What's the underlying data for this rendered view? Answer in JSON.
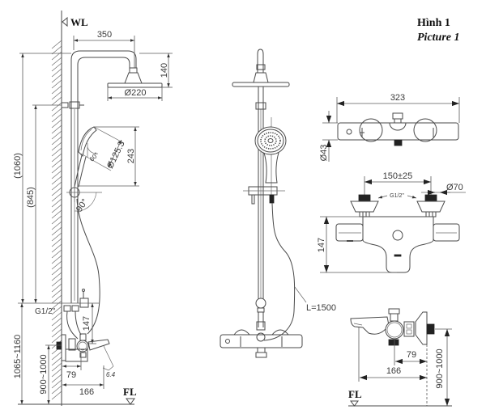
{
  "figure": {
    "title_vi": "Hình 1",
    "title_en": "Picture 1"
  },
  "side_view": {
    "wall_label": "WL",
    "floor_label": "FL",
    "arm_length": "350",
    "head_drop": "140",
    "head_diameter": "Ø220",
    "handshower_diameter": "Ø125.3",
    "handshower_tilt": "60°",
    "handshower_height": "243",
    "holder_angle": "90°",
    "overall_height": "(1060)",
    "wall_bracket_height": "(845)",
    "inlet_thread": "G1/2\"",
    "mixer_to_riser": "147",
    "inlet_height": "1065~1160",
    "mixer_height": "900~1000",
    "mixer_offset": "79",
    "spout_projection": "166",
    "spout_angle": "6.4"
  },
  "front_view": {
    "hose_length": "L=1500"
  },
  "mixer_top_view": {
    "overall_width": "323",
    "body_diameter": "Ø43"
  },
  "mixer_front_view": {
    "inlet_centers": "150±25",
    "escutcheon_diameter": "Ø70",
    "inlet_thread": "G1/2\"",
    "height": "147"
  },
  "mixer_side_view": {
    "mixer_offset": "79",
    "spout_projection": "166",
    "mixer_height": "900~1000",
    "floor_label": "FL"
  }
}
